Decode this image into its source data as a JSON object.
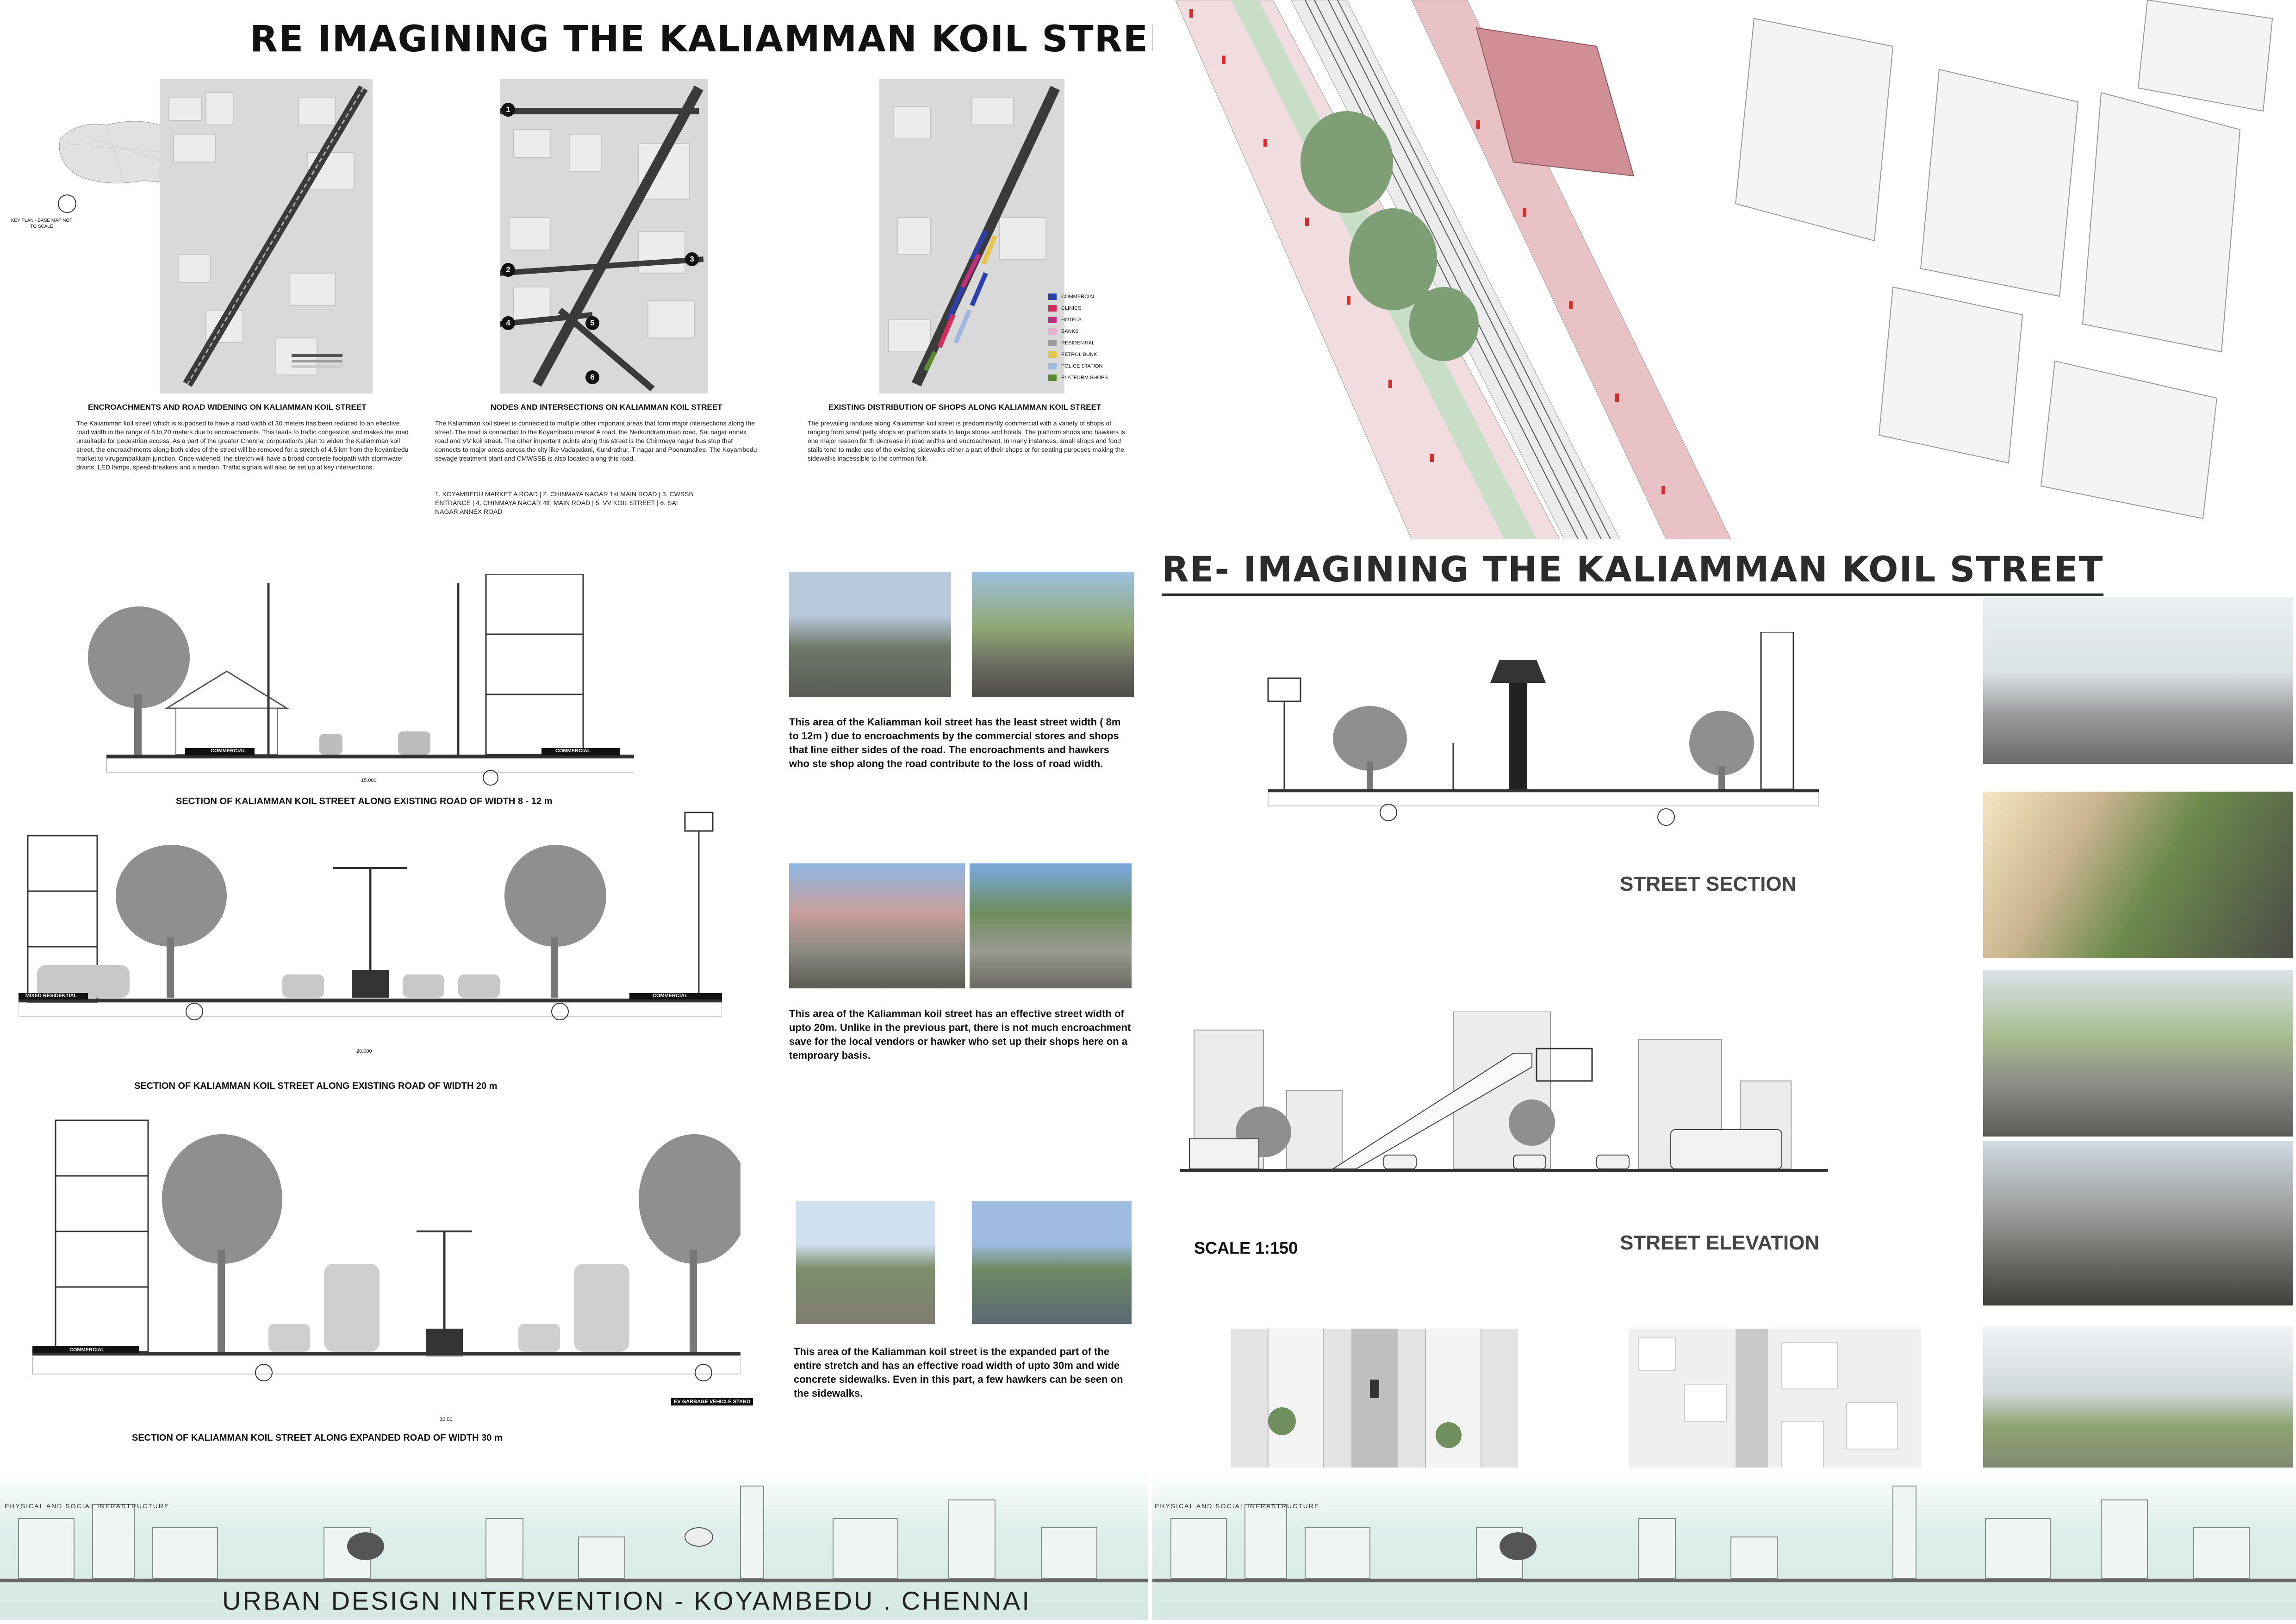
{
  "main_title": "RE IMAGINING THE KALIAMMAN KOIL STREET",
  "right_title": "RE- IMAGINING THE KALIAMMAN KOIL STREET",
  "keyplan_note": "KEY PLAN - BASE MAP NOT TO SCALE",
  "map1": {
    "heading": "ENCROACHMENTS AND ROAD WIDENING ON KALIAMMAN KOIL STREET",
    "body": "The Kaliamman koil street which is supposed to have a road width of 30 meters has been reduced to an effective road width in the range of 8 to 20 meters due to encroachments. This leads to traffic congestion and makes the road unsuitable for pedestrian access. As a part of the greater Chennai corporation's plan to widen the Kaliamman koil street, the encroachments along both sides of the street will be removed for a stretch of 4.5 km from the koyambedu market to virugambakkam junction. Once widened, the stretch will have a broad concrete footpath with stormwater drains, LED lamps, speed-breakers and a median. Traffic signals will also be set up at key intersections."
  },
  "map2": {
    "heading": "NODES AND INTERSECTIONS ON KALIAMMAN KOIL STREET",
    "body": "The Kaliamman koil street is connected to multiple other important areas that form major intersections along the street. The road is connected to the Koyambedu market A road, the Nerkundram main road, Sai nagar annex road and VV koil street. The other important points along this street is the Chinmaya nagar bus stop that connects to major areas across the city like Vadapalani, Kundrathur, T nagar and Poonamallee. The Koyambedu sewage treatment plant and CMWSSB is also located along this road.",
    "nodes_list": "1. KOYAMBEDU MARKET A ROAD | 2. CHINMAYA NAGAR 1st MAIN ROAD | 3. CWSSB ENTRANCE | 4. CHINMAYA NAGAR 4th MAIN ROAD | 5. VV KOIL STREET | 6. SAI NAGAR ANNEX ROAD",
    "node_labels": [
      "1",
      "2",
      "3",
      "4",
      "5",
      "6"
    ]
  },
  "map3": {
    "heading": "EXISTING DISTRIBUTION OF SHOPS ALONG KALIAMMAN KOIL STREET",
    "body": "The prevailing landuse along Kaliamman koil street is predominantly commercial with a variety of shops of ranging from small petty shops an platform stalls to large stores and hotels. The platform shops and hawkers is one major reason for th decrease in road widths and encroachment. In many instances, small shops and food stalls tend to make use of the existing sidewalks either a part of their shops or for seating purposes making the sidewalks inacessible to the common folk.",
    "legend": [
      {
        "label": "COMMERCIAL",
        "color": "#2c3fb0"
      },
      {
        "label": "CLINICS",
        "color": "#d62b5e"
      },
      {
        "label": "HOTELS",
        "color": "#c02f7a"
      },
      {
        "label": "BANKS",
        "color": "#e8b0cf"
      },
      {
        "label": "RESIDENTIAL",
        "color": "#9a9a9a"
      },
      {
        "label": "PETROL BUNK",
        "color": "#e7c44a"
      },
      {
        "label": "POLICE STATION",
        "color": "#9fb7e0"
      },
      {
        "label": "PLATFORM SHOPS",
        "color": "#5a8a2e"
      }
    ]
  },
  "sections": [
    {
      "caption": "SECTION OF KALIAMMAN KOIL STREET ALONG EXISTING ROAD OF WIDTH  8 - 12 m",
      "left_label": "COMMERCIAL",
      "right_label": "COMMERCIAL",
      "dimension": "15.000",
      "description": "This area of the Kaliamman koil street has the least street width ( 8m to 12m ) due to encroachments by the commercial stores and shops that line either sides of the road. The encroachments and hawkers who ste shop along the road contribute to the loss of road width."
    },
    {
      "caption": "SECTION OF KALIAMMAN KOIL STREET ALONG EXISTING ROAD OF WIDTH  20 m",
      "left_label": "MIXED RESIDENTIAL",
      "right_label": "COMMERCIAL",
      "dimension": "20.000",
      "description": "This area of the Kaliamman koil street has an effective street width of upto 20m. Unlike in the previous part, there is not much encroachment save for the local vendors or hawker who set up their shops here on a temproary basis."
    },
    {
      "caption": "SECTION OF KALIAMMAN KOIL STREET ALONG EXPANDED ROAD OF WIDTH  30 m",
      "left_label": "COMMERCIAL",
      "right_label": "EV GARBAGE VEHICLE STAND",
      "dimension": "30.00",
      "description": "This area of the Kaliamman koil street is the expanded part of the entire stretch and has an effective road width of upto 30m and wide concrete sidewalks. Even in this part, a few hawkers can be seen on the sidewalks."
    }
  ],
  "street_section_label": "STREET SECTION",
  "street_elevation_label": "STREET ELEVATION",
  "scale_label": "SCALE 1:150",
  "footer_left_small": "PHYSICAL  AND  SOCIAL INFRASTRUCTURE",
  "footer_right_small": "PHYSICAL  AND  SOCIAL INFRASTRUCTURE",
  "footer_title": "URBAN DESIGN INTERVENTION - KOYAMBEDU . CHENNAI",
  "colors": {
    "map_bg": "#d8d8d8",
    "street": "#3a3a3a",
    "pink_zone": "#e9b9be",
    "tree_green": "#7e9e76",
    "footer_tint": "#d9ece9"
  }
}
